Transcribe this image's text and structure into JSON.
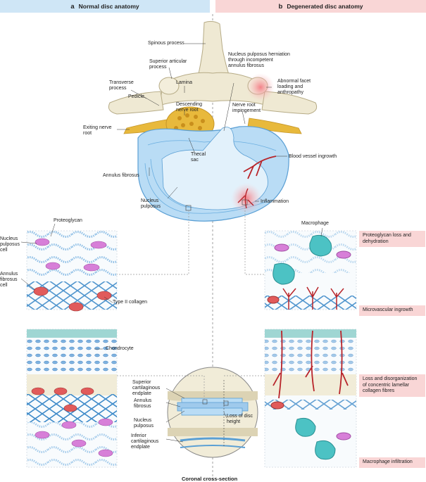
{
  "panels": {
    "a": {
      "letter": "a",
      "title": "Normal disc anatomy"
    },
    "b": {
      "letter": "b",
      "title": "Degenerated disc anatomy"
    }
  },
  "labels": {
    "spinous": "Spinous process",
    "superior_articular": "Superior articular process",
    "transverse": "Transverse process",
    "pedicle": "Pedicle",
    "lamina": "Lamina",
    "descending": "Descending nerve root",
    "exiting": "Exiting nerve root",
    "thecal": "Thecal sac",
    "annulus": "Annulus fibrosus",
    "nucleus": "Nucleus pulposus",
    "herniation": "Nucleus pulposus herniation through incompetent annulus fibrosus",
    "impingement": "Nerve root impingement",
    "facet": "Abnormal facet loading and anthropathy",
    "blood_vessel": "Blood vessel ingrowth",
    "inflammation": "Inflammation",
    "proteoglycan": "Proteoglycan",
    "np_cell": "Nucleus pulposus cell",
    "af_cell": "Annulus fibrosus cell",
    "type2": "Type II collagen",
    "macrophage": "Macrophage",
    "chondrocyte": "Chondrocyte",
    "sup_endplate": "Superior cartilaginous endplate",
    "af2": "Annulus fibrosus",
    "np2": "Nucleus pulposus",
    "inf_endplate": "Inferior cartilaginous endplate",
    "loss_height": "Loss of disc height"
  },
  "boxes": {
    "pg_loss": "Proteoglycan loss and dehydration",
    "microvascular": "Microvascular ingrowth",
    "lamellar": "Loss and disorganization of concentric lamellar collagen fibres",
    "macro_infil": "Macrophage infiltration"
  },
  "footer": "Coronal cross-section",
  "colors": {
    "bone": "#efe9d3",
    "bone_edge": "#b6ab86",
    "nerve": "#e8b93c",
    "disc": "#b9dcf5",
    "disc_edge": "#5a9fd4",
    "nucleus": "#e2f1fb",
    "vessel": "#b8242a",
    "inflam": "#f5a3a8",
    "proteoglycan": "#6fa8d8",
    "np_cell": "#d77fd8",
    "af_cell": "#e15b5b",
    "macrophage": "#4cc2c4"
  }
}
